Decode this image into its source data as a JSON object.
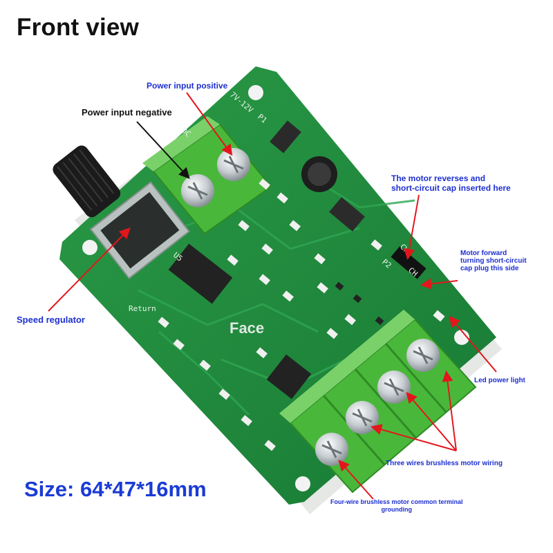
{
  "title": "Front view",
  "size_text": "Size: 64*47*16mm",
  "annotations": {
    "power_input_positive": "Power input positive",
    "power_input_negative": "Power input negative",
    "speed_regulator": "Speed regulator",
    "motor_reverse_line1": "The motor reverses and",
    "motor_reverse_line2": "short-circuit cap inserted here",
    "motor_forward_line1": "Motor forward",
    "motor_forward_line2": "turning short-circuit",
    "motor_forward_line3": "cap plug this side",
    "led_power_light": "Led power light",
    "three_wires": "Three wires brushless motor wiring",
    "four_wire_line1": "Four-wire brushless motor common terminal",
    "four_wire_line2": "grounding"
  },
  "silkscreen": {
    "voltage": "7V-12V",
    "dc": "DC",
    "p1": "P1",
    "u5": "U5",
    "return": "Return",
    "face": "Face",
    "ch": "CH",
    "cw": "CW",
    "p2": "P2"
  },
  "colors": {
    "annotation_blue": "#1d2fd0",
    "arrow_red": "#e3161c",
    "pcb_green": "#1f8a3c",
    "terminal_green": "#49b83a"
  }
}
